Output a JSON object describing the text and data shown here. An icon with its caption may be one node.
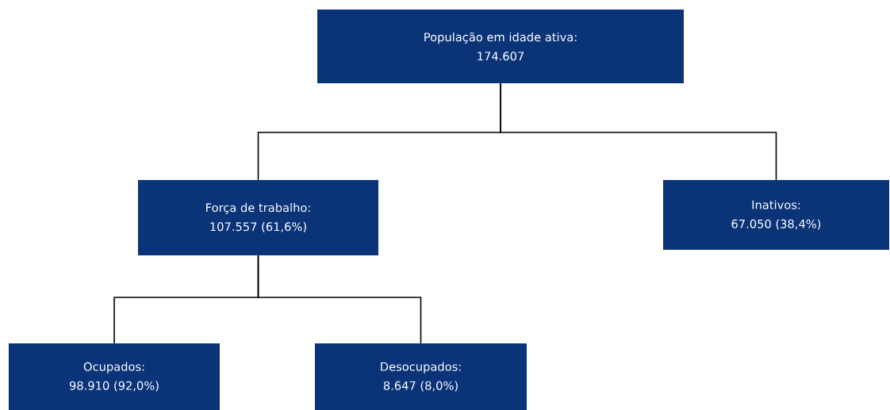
{
  "diagram": {
    "nodes": [
      {
        "text": [
          "População em idade ativa:",
          "174.607"
        ]
      },
      {
        "text": [
          "Força de trabalho:",
          "107.557 (61,6%)"
        ]
      },
      {
        "text": [
          "Inativos:",
          "67.050 (38,4%)"
        ]
      },
      {
        "text": [
          "Ocupados:",
          "98.910 (92,0%)"
        ]
      },
      {
        "text": [
          "Desocupados:",
          "8.647 (8,0%)"
        ]
      }
    ],
    "edges": [
      {
        "from": 0,
        "to": 1,
        "arrow": "none"
      },
      {
        "from": 0,
        "to": 2,
        "arrow": "none"
      },
      {
        "from": 1,
        "to": 3,
        "arrow": "none"
      },
      {
        "from": 1,
        "to": 4,
        "arrow": "none"
      }
    ]
  }
}
